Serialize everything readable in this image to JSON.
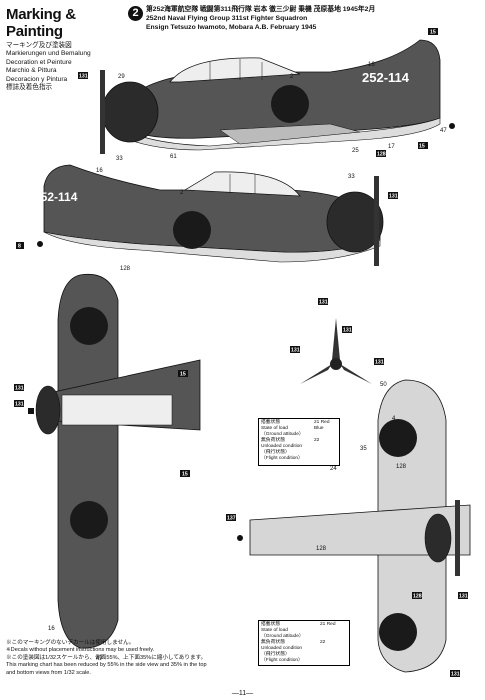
{
  "header": {
    "title": "Marking & Painting",
    "lines": [
      "マーキング及び塗装図",
      "Markierungen und Bemalung",
      "Decoration et Peinture",
      "Marchio & Pittura",
      "Decoracion y Pintura",
      "標誌及着色指示"
    ]
  },
  "caption": {
    "badge": "2",
    "jp": "第252海軍航空隊 戦闘第311飛行隊 岩本 徹三少尉 乗機 茂原基地 1945年2月",
    "en1": "252nd Naval Flying Group 311st Fighter Squadron",
    "en2": "Ensign Tetsuzo Iwamoto, Mobara A.B. February 1945"
  },
  "aircraft": {
    "registration": "252-114"
  },
  "legend_top": {
    "state_jp": "搭載状態",
    "state_en": "State of load",
    "ground": "（Ground attitude）",
    "unloaded_jp": "無負荷状態",
    "unloaded_en": "Unloaded condition",
    "flight_jp": "（飛行状態）",
    "flight_en": "（Flight condition）",
    "n21": "21",
    "red": "Red",
    "blue": "Blue",
    "n22": "22"
  },
  "legend_bottom": {
    "state_jp": "搭載状態",
    "state_en": "State of load",
    "ground": "（Ground attitude）",
    "unloaded_jp": "無負荷状態",
    "unloaded_en": "Unloaded condition",
    "flight_jp": "（飛行状態）",
    "flight_en": "（Flight condition）",
    "n21": "21",
    "red": "Red",
    "n22": "22"
  },
  "notes": [
    "※このマーキングのないデカールは使用しません。",
    "※Decals without placement instructions may be used freely.",
    "※この塗装図は1/32スケールから、側面55%、上下面35%に縮小してあります。",
    "This marking chart has been reduced by 55% in the side view and 35% in the top",
    "and bottom views from 1/32 scale."
  ],
  "page_number": "—11—",
  "colors": {
    "dark_green": "#2b2b2b",
    "hinomaru": "#1a1a1a",
    "underside": "#d6d6d6",
    "ink": "#111111"
  }
}
